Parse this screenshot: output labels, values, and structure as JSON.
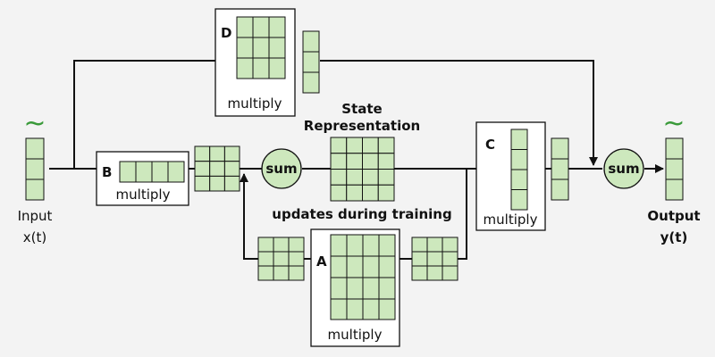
{
  "input": {
    "label": "Input",
    "signal": "x(t)",
    "tilde": "~"
  },
  "output": {
    "label": "Output",
    "signal": "y(t)",
    "tilde": "~"
  },
  "blocks": {
    "A": {
      "letter": "A",
      "op": "multiply"
    },
    "B": {
      "letter": "B",
      "op": "multiply"
    },
    "C": {
      "letter": "C",
      "op": "multiply"
    },
    "D": {
      "letter": "D",
      "op": "multiply"
    }
  },
  "sum_label": "sum",
  "state": {
    "title_line1": "State",
    "title_line2": "Representation"
  },
  "note": "updates during training",
  "colors": {
    "cell": "#cde8bd",
    "tilde": "#3a9a3a",
    "line": "#111111",
    "background": "#f3f3f3"
  }
}
